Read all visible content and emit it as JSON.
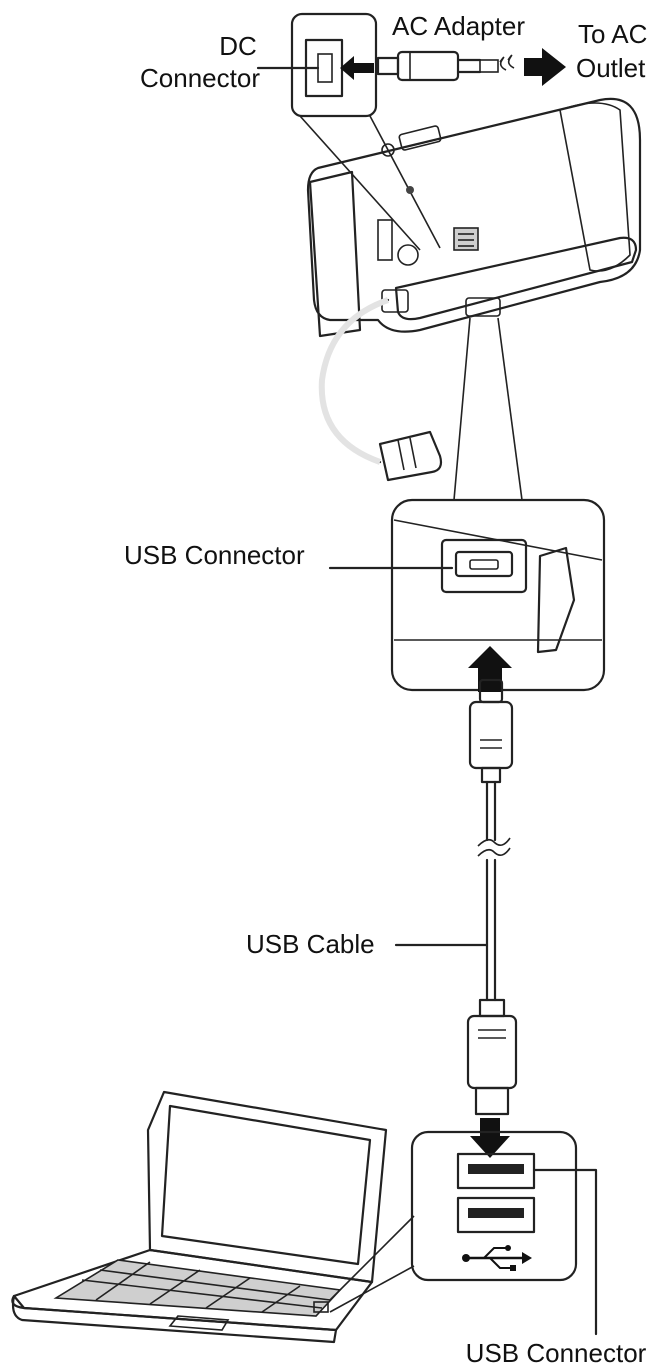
{
  "labels": {
    "dc_connector_line1": "DC",
    "dc_connector_line2": "Connector",
    "ac_adapter": "AC Adapter",
    "to_ac_line1": "To AC",
    "to_ac_line2": "Outlet",
    "usb_connector_camera": "USB Connector",
    "usb_cable": "USB Cable",
    "usb_connector_pc": "USB Connector"
  },
  "colors": {
    "panel_fill": "#d7d7d7",
    "camera_body": "#e3e3e3",
    "ink": "#222222",
    "screen_fill": "#8f8f8f"
  },
  "icons": [
    "usb-symbol-icon",
    "arrow-right-icon",
    "arrow-left-icon",
    "arrow-up-icon",
    "arrow-down-icon"
  ]
}
